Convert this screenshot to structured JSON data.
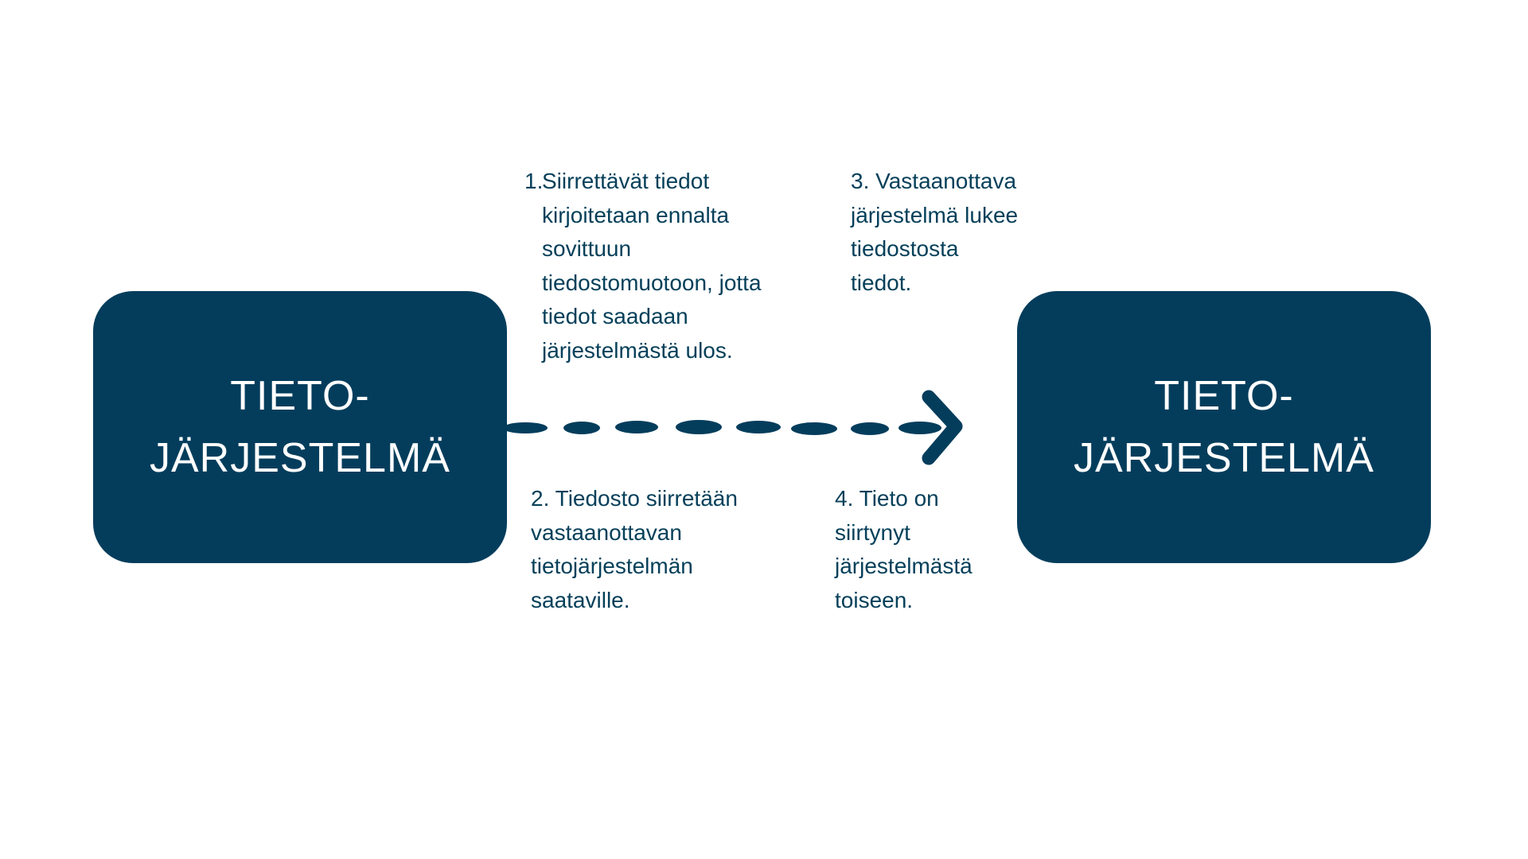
{
  "source_system": {
    "label_lines": [
      "TIETO-",
      "JÄRJESTELMÄ"
    ]
  },
  "target_system": {
    "label_lines": [
      "TIETO-",
      "JÄRJESTELMÄ"
    ]
  },
  "steps": {
    "step1": {
      "number": "1.",
      "lines": [
        "Siirrettävät tiedot",
        "kirjoitetaan ennalta",
        "sovittuun",
        "tiedostomuotoon, jotta",
        "tiedot saadaan",
        "järjestelmästä ulos."
      ]
    },
    "step2": {
      "lines": [
        "2. Tiedosto siirretään",
        "vastaanottavan",
        "tietojärjestelmän",
        "saataville."
      ]
    },
    "step3": {
      "lines": [
        "3. Vastaanottava",
        "järjestelmä lukee",
        "tiedostosta",
        "tiedot."
      ]
    },
    "step4": {
      "lines": [
        "4. Tieto on",
        "siirtynyt",
        "järjestelmästä",
        "toiseen."
      ]
    }
  },
  "colors": {
    "box_fill": "#043d5c",
    "box_text": "#ffffff",
    "text": "#06405a",
    "arrow": "#043d5c"
  },
  "icons": {
    "arrow": "dashed-arrow-right-icon"
  }
}
